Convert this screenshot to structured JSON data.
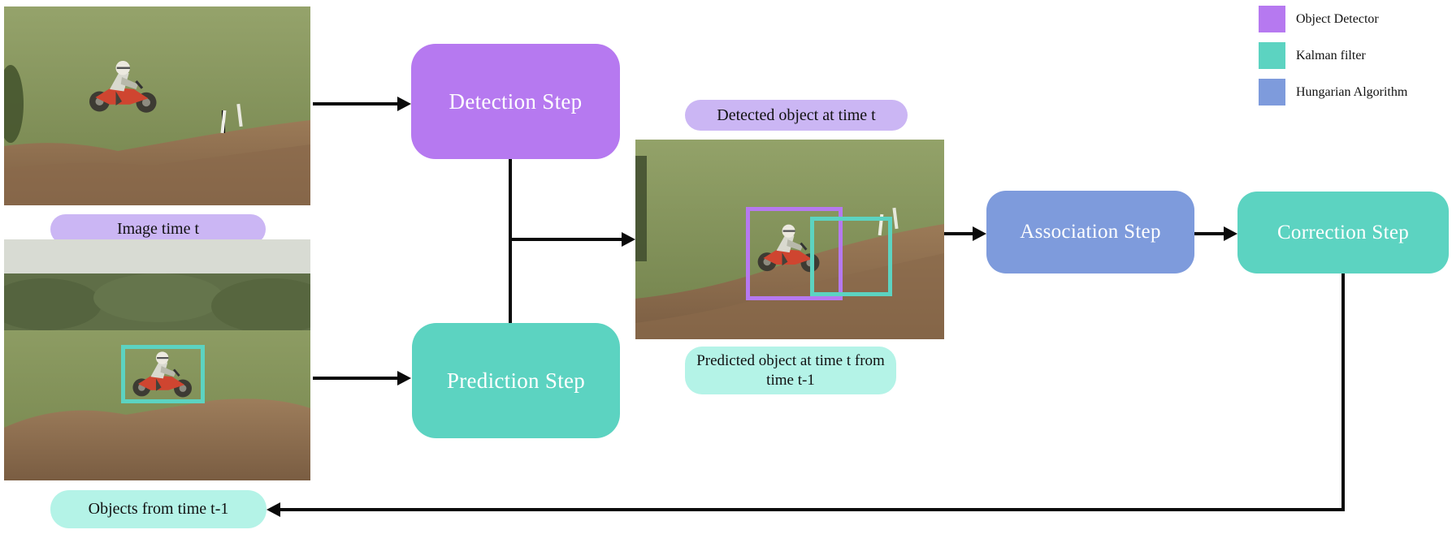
{
  "steps": {
    "detection": {
      "label": "Detection Step",
      "color": "#b679f0"
    },
    "prediction": {
      "label": "Prediction Step",
      "color": "#5cd3c1"
    },
    "association": {
      "label": "Association Step",
      "color": "#7e9bdc"
    },
    "correction": {
      "label": "Correction Step",
      "color": "#5cd3c1"
    }
  },
  "captions": {
    "image_t": {
      "text": "Image time t",
      "color": "#cbb6f4"
    },
    "objects_prev": {
      "text": "Objects from time t-1",
      "color": "#b4f3e7"
    },
    "detected": {
      "text": "Detected object at time t",
      "color": "#cbb6f4"
    },
    "predicted": {
      "text": "Predicted object at time t from time t-1",
      "color": "#b4f3e7"
    }
  },
  "legend": {
    "items": [
      {
        "label": "Object Detector",
        "color": "#b679f0"
      },
      {
        "label": "Kalman filter",
        "color": "#5cd3c1"
      },
      {
        "label": "Hungarian Algorithm",
        "color": "#7e9bdc"
      }
    ]
  },
  "annotations": {
    "detected_bbox_color": "#b679f0",
    "predicted_bbox_color": "#5cd3c1",
    "arrow_color": "#0a0a0a"
  }
}
